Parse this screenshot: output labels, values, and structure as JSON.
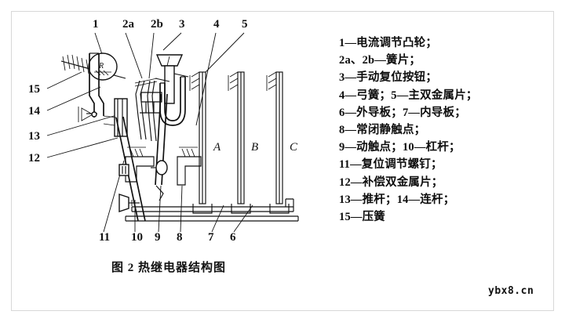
{
  "figure": {
    "caption": "图 2  热继电器结构图",
    "watermark": "ybx8.cn"
  },
  "legend": {
    "items": [
      "1—电流调节凸轮；",
      "2a、2b—簧片；",
      "3—手动复位按钮；",
      "4—弓簧；5—主双金属片；",
      "6—外导板；7—内导板；",
      "8—常闭静触点；",
      "9—动触点；10—杠杆；",
      "11—复位调节螺钉；",
      "12—补偿双金属片；",
      "13—推杆；14—连杆；",
      "15—压簧"
    ]
  },
  "diagram": {
    "callouts_top": [
      "1",
      "2a",
      "2b",
      "3",
      "4",
      "5"
    ],
    "callouts_left": [
      "15",
      "14",
      "13",
      "12"
    ],
    "callouts_bottom": [
      "11",
      "10",
      "9",
      "8",
      "7",
      "6"
    ],
    "phase_labels": [
      "A",
      "B",
      "C"
    ],
    "cam_glyph": "R"
  }
}
